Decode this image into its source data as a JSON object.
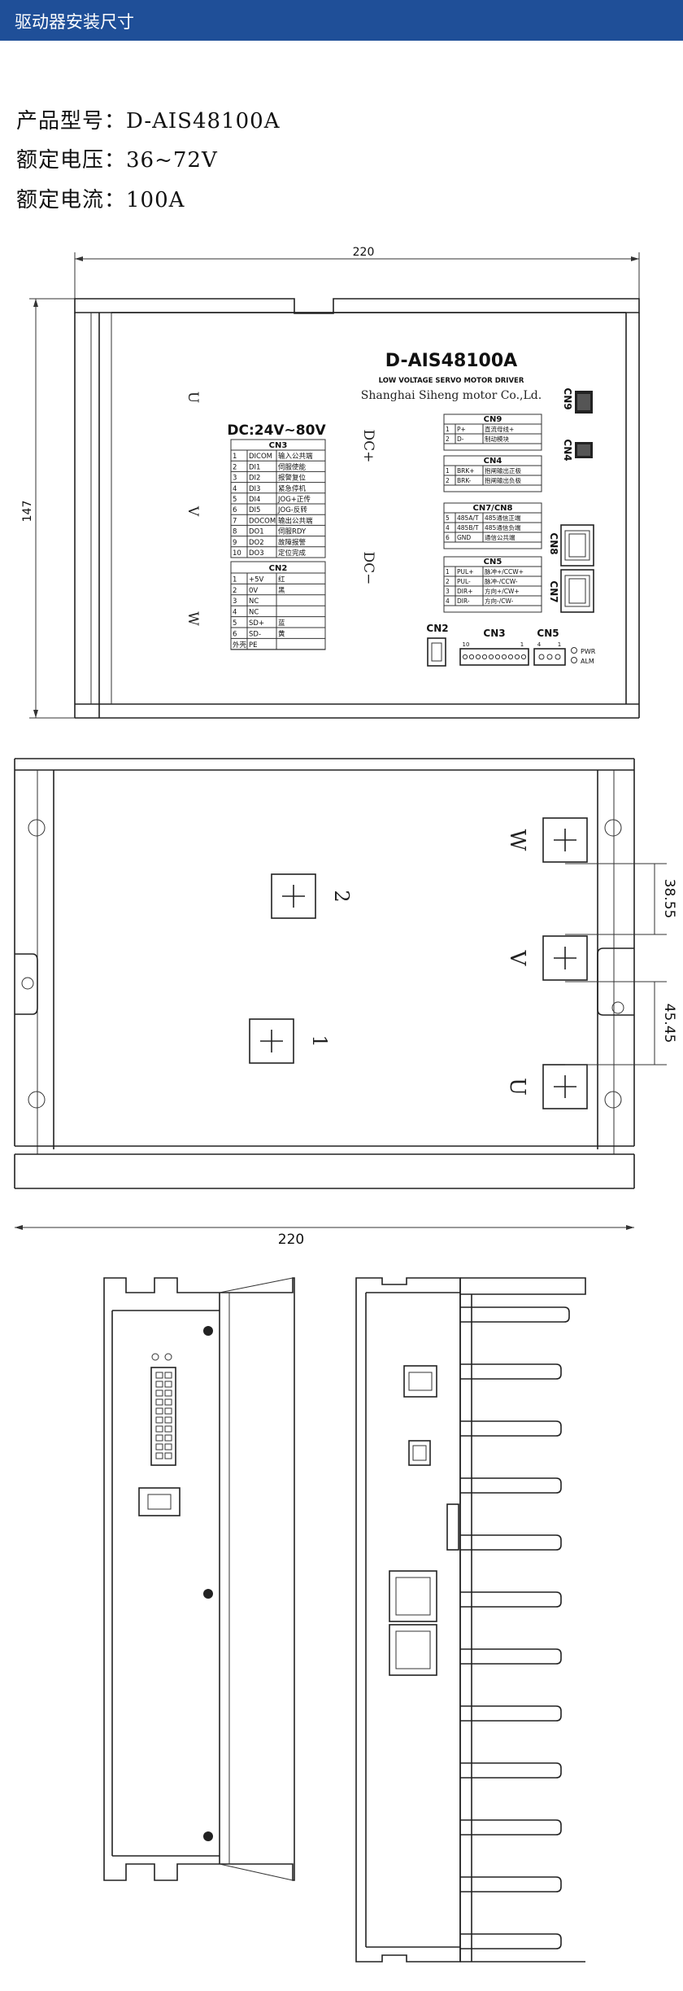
{
  "header": {
    "title": "驱动器安装尺寸"
  },
  "specs": [
    {
      "label": "产品型号：",
      "value": "D-AIS48100A"
    },
    {
      "label": "额定电压：",
      "value": "36~72V"
    },
    {
      "label": "额定电流：",
      "value": "100A"
    }
  ],
  "top_view": {
    "width_dim": "220",
    "height_dim": "147",
    "model": "D-AIS48100A",
    "subtitle": "LOW VOLTAGE SERVO MOTOR DRIVER",
    "maker": "Shanghai  Siheng motor Co.,Ld.",
    "supply": "DC:24V~80V",
    "phase_u": "U",
    "phase_v": "V",
    "phase_w": "W",
    "dc_plus": "DC+",
    "dc_minus": "DC−",
    "cn3": {
      "title": "CN3",
      "rows": [
        [
          "1",
          "DICOM",
          "输入公共端"
        ],
        [
          "2",
          "DI1",
          "伺服使能"
        ],
        [
          "3",
          "DI2",
          "报警复位"
        ],
        [
          "4",
          "DI3",
          "紧急停机"
        ],
        [
          "5",
          "DI4",
          "JOG+正传"
        ],
        [
          "6",
          "DI5",
          "JOG-反转"
        ],
        [
          "7",
          "DOCOM",
          "输出公共端"
        ],
        [
          "8",
          "DO1",
          "伺服RDY"
        ],
        [
          "9",
          "DO2",
          "故障报警"
        ],
        [
          "10",
          "DO3",
          "定位完成"
        ]
      ]
    },
    "cn2": {
      "title": "CN2",
      "rows": [
        [
          "1",
          "+5V",
          "红"
        ],
        [
          "2",
          "0V",
          "黑"
        ],
        [
          "3",
          "NC",
          ""
        ],
        [
          "4",
          "NC",
          ""
        ],
        [
          "5",
          "SD+",
          "蓝"
        ],
        [
          "6",
          "SD-",
          "黄"
        ],
        [
          "外壳",
          "PE",
          ""
        ]
      ]
    },
    "cn9": {
      "title": "CN9",
      "rows": [
        [
          "1",
          "P+",
          "直流母线+"
        ],
        [
          "2",
          "D-",
          "制动模块"
        ]
      ]
    },
    "cn4": {
      "title": "CN4",
      "rows": [
        [
          "1",
          "BRK+",
          "抱闸输出正极"
        ],
        [
          "2",
          "BRK-",
          "抱闸输出负极"
        ]
      ]
    },
    "cn78": {
      "title": "CN7/CN8",
      "rows": [
        [
          "5",
          "485A/T",
          "485通信正端"
        ],
        [
          "4",
          "485B/T",
          "485通信负端"
        ],
        [
          "6",
          "GND",
          "通信公共端"
        ]
      ]
    },
    "cn5": {
      "title": "CN5",
      "rows": [
        [
          "1",
          "PUL+",
          "脉冲+/CCW+"
        ],
        [
          "2",
          "PUL-",
          "脉冲-/CCW-"
        ],
        [
          "3",
          "DIR+",
          "方向+/CW+"
        ],
        [
          "4",
          "DIR-",
          "方向-/CW-"
        ]
      ]
    },
    "side_labels": {
      "cn9": "CN9",
      "cn4": "CN4",
      "cn8": "CN8",
      "cn7": "CN7"
    },
    "bottom_labels": {
      "cn2": "CN2",
      "cn3": "CN3",
      "cn5": "CN5",
      "pin10": "10",
      "pin1": "1",
      "pin4": "4",
      "pin1b": "1"
    },
    "leds": {
      "pwr": "PWR",
      "alm": "ALM"
    }
  },
  "bottom_view": {
    "width_dim": "220",
    "dim_wv": "38.55",
    "dim_vu": "45.45",
    "label_1": "1",
    "label_2": "2",
    "label_w": "W",
    "label_v": "V",
    "label_u": "U"
  }
}
